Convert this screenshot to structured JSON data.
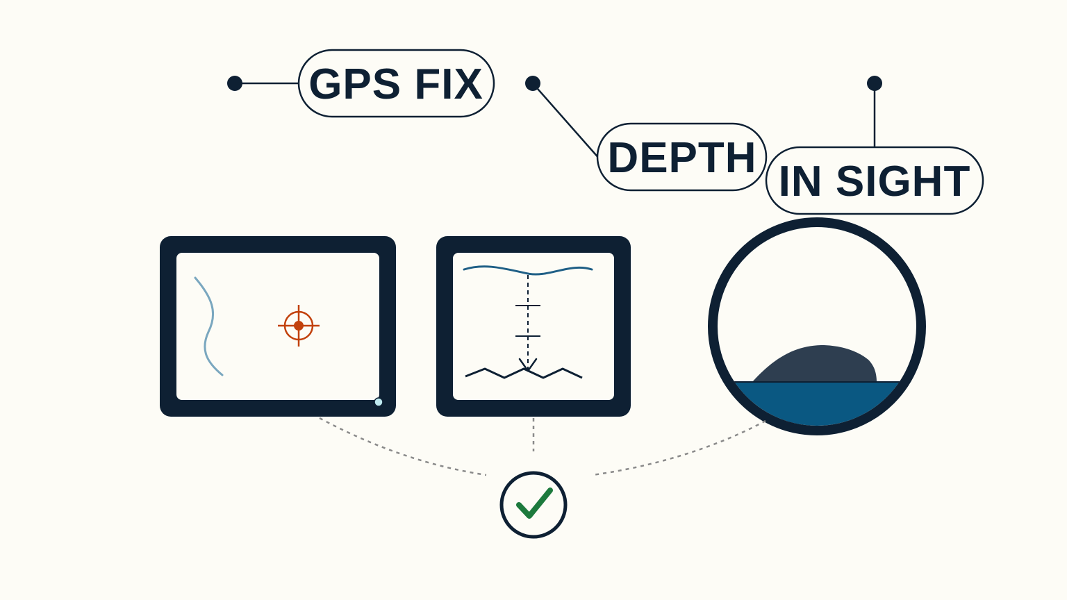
{
  "labels": {
    "gps": "GPS FIX",
    "depth": "DEPTH",
    "sight": "IN SIGHT"
  },
  "icons": {
    "gps_panel": "chart-plotter-icon",
    "depth_panel": "depth-sounder-icon",
    "sight_panel": "landmark-view-icon",
    "target": "crosshair-icon",
    "confirm": "checkmark-icon"
  },
  "colors": {
    "background": "#fdfcf6",
    "ink": "#0e2033",
    "crosshair": "#c2410c",
    "coastline": "#7aa7bf",
    "water_surface": "#1f5f86",
    "sea": "#0a5882",
    "land": "#2e3e50",
    "check": "#1d7a3d",
    "connector": "#8a8a8a",
    "status_dot": "#bfeaf0"
  }
}
